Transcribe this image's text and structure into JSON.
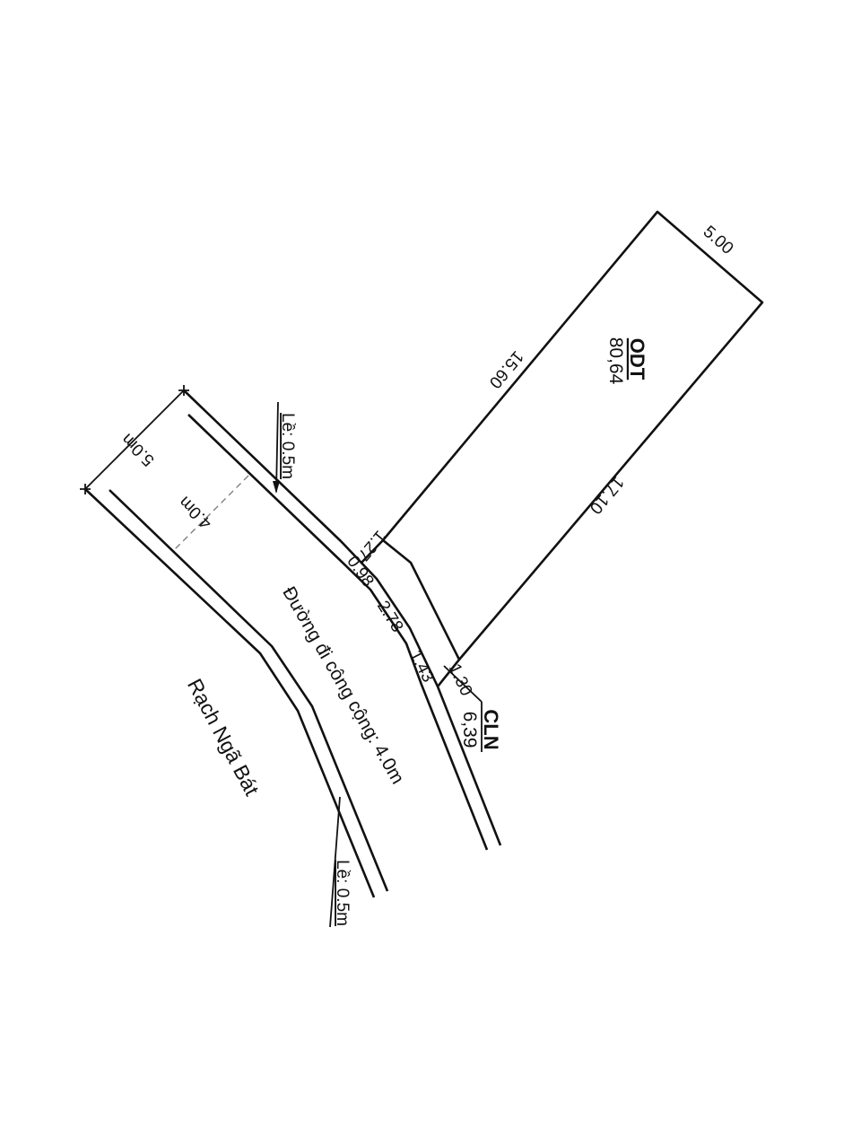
{
  "plot": {
    "land_type": "ODT",
    "area": "80,64",
    "edges": {
      "top": "5.00",
      "left": "15.60",
      "right": "17.10",
      "front_left": "1.27",
      "front_right": "1.30"
    }
  },
  "adjacent_plot": {
    "land_type": "CLN",
    "area": "6,39"
  },
  "frontage_segments": [
    "0.98",
    "2.78",
    "1.43"
  ],
  "road": {
    "label": "Đường đi công cộng: 4.0m",
    "total_width": "5.0m",
    "carriageway_width": "4.0m",
    "shoulder_top": "Lề: 0.5m",
    "shoulder_bottom": "Lề: 0.5m"
  },
  "canal": {
    "label": "Rạch Ngã Bát"
  }
}
